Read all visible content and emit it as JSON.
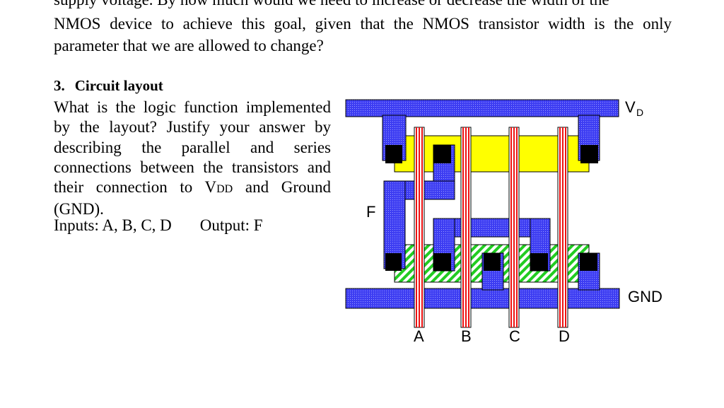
{
  "document": {
    "cut_line": "supply voltage. By how much would we need to increase or decrease the width of the",
    "intro_lines": [
      "NMOS device to achieve this goal, given that the NMOS transistor width is the only",
      "parameter that we are allowed to change?"
    ],
    "section": {
      "number": "3.",
      "title": "Circuit layout"
    },
    "question_lines": [
      "What is the logic function implemented",
      "by the layout? Justify your answer by",
      "describing the parallel and series",
      "connections between the transistors and"
    ],
    "question_vdd_line": {
      "pre": "their connection to V",
      "sub": "DD",
      "post": " and Ground"
    },
    "question_last_line": "(GND).",
    "inputs_text": "Inputs: A, B, C, D",
    "output_text": "Output: F"
  },
  "layout": {
    "vdd_label_main": "V",
    "vdd_label_sub": "D",
    "gnd_label": "GND",
    "output_label": "F",
    "inputs": [
      "A",
      "B",
      "C",
      "D"
    ],
    "colors": {
      "metal": "#3d3df2",
      "metal_dots": "#8a8aff",
      "pdiff": "#ffff00",
      "ndiff_green": "#22cc22",
      "poly_red": "#ee1111",
      "contact": "#000000"
    }
  }
}
